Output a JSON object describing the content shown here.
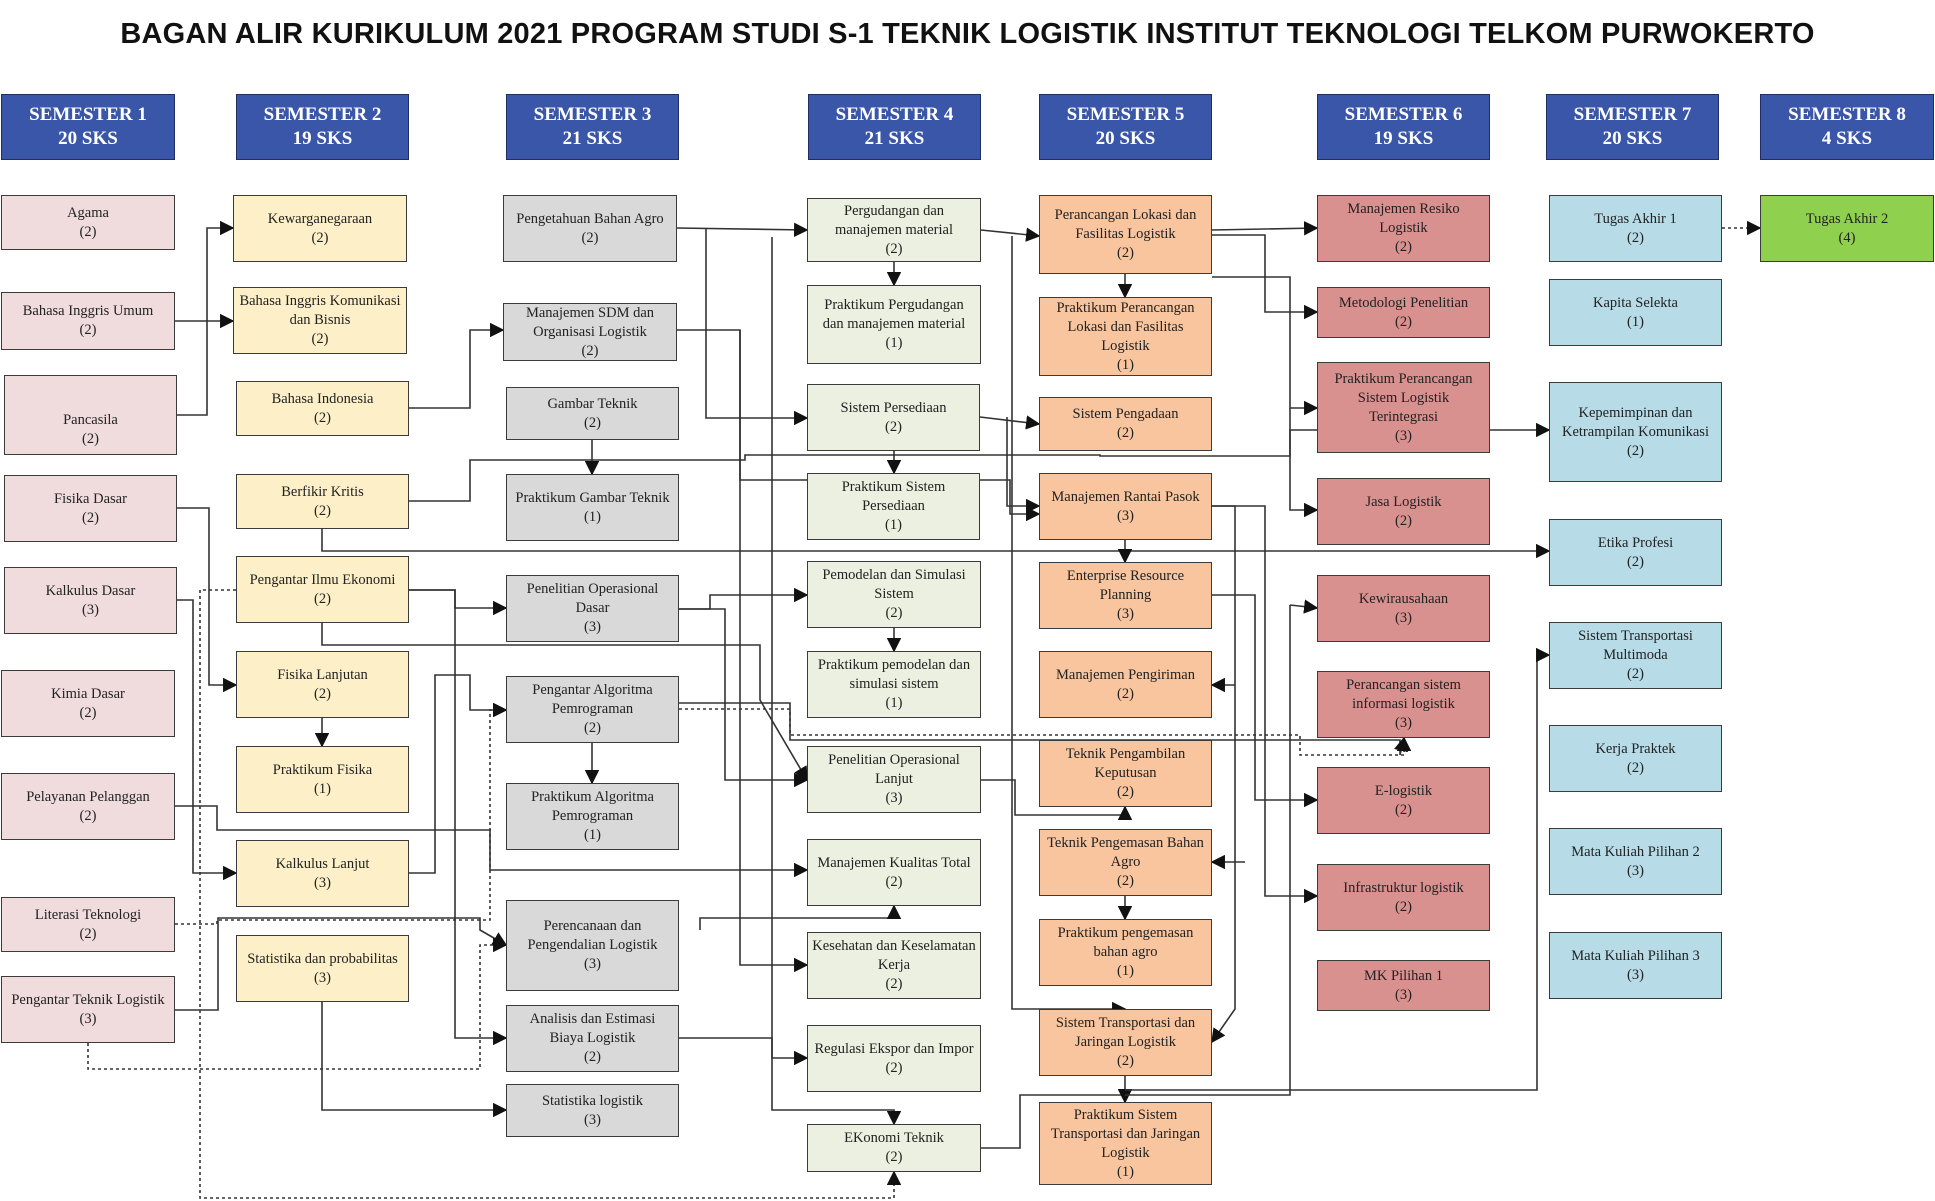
{
  "title": "BAGAN ALIR KURIKULUM 2021 PROGRAM STUDI S-1 TEKNIK LOGISTIK INSTITUT TEKNOLOGI TELKOM PURWOKERTO",
  "semesters": [
    {
      "label": "SEMESTER 1",
      "sks": "20 SKS"
    },
    {
      "label": "SEMESTER 2",
      "sks": "19 SKS"
    },
    {
      "label": "SEMESTER 3",
      "sks": "21 SKS"
    },
    {
      "label": "SEMESTER 4",
      "sks": "21 SKS"
    },
    {
      "label": "SEMESTER 5",
      "sks": "20 SKS"
    },
    {
      "label": "SEMESTER 6",
      "sks": "19 SKS"
    },
    {
      "label": "SEMESTER 7",
      "sks": "20 SKS"
    },
    {
      "label": "SEMESTER 8",
      "sks": "4 SKS"
    }
  ],
  "colors": {
    "header": "#3a56a8",
    "semester_1": "#f0dcdc",
    "semester_2": "#fdf0c8",
    "semester_3": "#d9d9d9",
    "semester_4": "#ebf0e0",
    "semester_5": "#f8c59e",
    "semester_6": "#d9918f",
    "semester_7": "#b7dce8",
    "semester_8": "#8fd04e"
  },
  "courses": {
    "s1": [
      {
        "name": "Agama",
        "credits": "(2)"
      },
      {
        "name": "Bahasa Inggris Umum",
        "credits": "(2)"
      },
      {
        "name": "Pancasila",
        "credits": "(2)"
      },
      {
        "name": "Fisika Dasar",
        "credits": "(2)"
      },
      {
        "name": "Kalkulus Dasar",
        "credits": "(3)"
      },
      {
        "name": "Kimia Dasar",
        "credits": "(2)"
      },
      {
        "name": "Pelayanan Pelanggan",
        "credits": "(2)"
      },
      {
        "name": "Literasi Teknologi",
        "credits": "(2)"
      },
      {
        "name": "Pengantar Teknik Logistik",
        "credits": "(3)"
      }
    ],
    "s2": [
      {
        "name": "Kewarganegaraan",
        "credits": "(2)"
      },
      {
        "name": "Bahasa Inggris Komunikasi dan Bisnis",
        "credits": "(2)"
      },
      {
        "name": "Bahasa Indonesia",
        "credits": "(2)"
      },
      {
        "name": "Berfikir Kritis",
        "credits": "(2)"
      },
      {
        "name": "Pengantar Ilmu Ekonomi",
        "credits": "(2)"
      },
      {
        "name": "Fisika Lanjutan",
        "credits": "(2)"
      },
      {
        "name": "Praktikum Fisika",
        "credits": "(1)"
      },
      {
        "name": "Kalkulus Lanjut",
        "credits": "(3)"
      },
      {
        "name": "Statistika dan probabilitas",
        "credits": "(3)"
      }
    ],
    "s3": [
      {
        "name": "Pengetahuan Bahan Agro",
        "credits": "(2)"
      },
      {
        "name": "Manajemen SDM dan Organisasi Logistik",
        "credits": "(2)"
      },
      {
        "name": "Gambar Teknik",
        "credits": "(2)"
      },
      {
        "name": "Praktikum Gambar Teknik",
        "credits": "(1)"
      },
      {
        "name": "Penelitian Operasional Dasar",
        "credits": "(3)"
      },
      {
        "name": "Pengantar Algoritma Pemrograman",
        "credits": "(2)"
      },
      {
        "name": "Praktikum Algoritma Pemrograman",
        "credits": "(1)"
      },
      {
        "name": "Perencanaan dan Pengendalian Logistik",
        "credits": "(3)"
      },
      {
        "name": "Analisis dan Estimasi Biaya Logistik",
        "credits": "(2)"
      },
      {
        "name": "Statistika logistik",
        "credits": "(3)"
      }
    ],
    "s4": [
      {
        "name": "Pergudangan dan manajemen material",
        "credits": "(2)"
      },
      {
        "name": "Praktikum Pergudangan dan manajemen material",
        "credits": "(1)"
      },
      {
        "name": "Sistem Persediaan",
        "credits": "(2)"
      },
      {
        "name": "Praktikum Sistem Persediaan",
        "credits": "(1)"
      },
      {
        "name": "Pemodelan dan Simulasi Sistem",
        "credits": "(2)"
      },
      {
        "name": "Praktikum pemodelan dan simulasi sistem",
        "credits": "(1)"
      },
      {
        "name": "Penelitian Operasional Lanjut",
        "credits": "(3)"
      },
      {
        "name": "Manajemen Kualitas Total",
        "credits": "(2)"
      },
      {
        "name": "Kesehatan dan Keselamatan Kerja",
        "credits": "(2)"
      },
      {
        "name": "Regulasi Ekspor dan Impor",
        "credits": "(2)"
      },
      {
        "name": "EKonomi Teknik",
        "credits": "(2)"
      }
    ],
    "s5": [
      {
        "name": "Perancangan Lokasi dan Fasilitas Logistik",
        "credits": "(2)"
      },
      {
        "name": "Praktikum Perancangan Lokasi dan Fasilitas Logistik",
        "credits": "(1)"
      },
      {
        "name": "Sistem Pengadaan",
        "credits": "(2)"
      },
      {
        "name": "Manajemen Rantai Pasok",
        "credits": "(3)"
      },
      {
        "name": "Enterprise Resource Planning",
        "credits": "(3)"
      },
      {
        "name": "Manajemen Pengiriman",
        "credits": "(2)"
      },
      {
        "name": "Teknik Pengambilan Keputusan",
        "credits": "(2)"
      },
      {
        "name": "Teknik Pengemasan Bahan Agro",
        "credits": "(2)"
      },
      {
        "name": "Praktikum pengemasan bahan agro",
        "credits": "(1)"
      },
      {
        "name": "Sistem Transportasi dan Jaringan Logistik",
        "credits": "(2)"
      },
      {
        "name": "Praktikum Sistem Transportasi dan Jaringan Logistik",
        "credits": "(1)"
      }
    ],
    "s6": [
      {
        "name": "Manajemen Resiko Logistik",
        "credits": "(2)"
      },
      {
        "name": "Metodologi Penelitian",
        "credits": "(2)"
      },
      {
        "name": "Praktikum Perancangan Sistem Logistik Terintegrasi",
        "credits": "(3)"
      },
      {
        "name": "Jasa Logistik",
        "credits": "(2)"
      },
      {
        "name": "Kewirausahaan",
        "credits": "(3)"
      },
      {
        "name": "Perancangan sistem informasi logistik",
        "credits": "(3)"
      },
      {
        "name": "E-logistik",
        "credits": "(2)"
      },
      {
        "name": "Infrastruktur logistik",
        "credits": "(2)"
      },
      {
        "name": "MK Pilihan 1",
        "credits": "(3)"
      }
    ],
    "s7": [
      {
        "name": "Tugas Akhir 1",
        "credits": "(2)"
      },
      {
        "name": "Kapita Selekta",
        "credits": "(1)"
      },
      {
        "name": "Kepemimpinan dan Ketrampilan Komunikasi",
        "credits": "(2)"
      },
      {
        "name": "Etika Profesi",
        "credits": "(2)"
      },
      {
        "name": "Sistem Transportasi Multimoda",
        "credits": "(2)"
      },
      {
        "name": "Kerja Praktek",
        "credits": "(2)"
      },
      {
        "name": "Mata Kuliah Pilihan 2",
        "credits": "(3)"
      },
      {
        "name": "Mata Kuliah Pilihan 3",
        "credits": "(3)"
      }
    ],
    "s8": [
      {
        "name": "Tugas Akhir 2",
        "credits": "(4)"
      }
    ]
  }
}
